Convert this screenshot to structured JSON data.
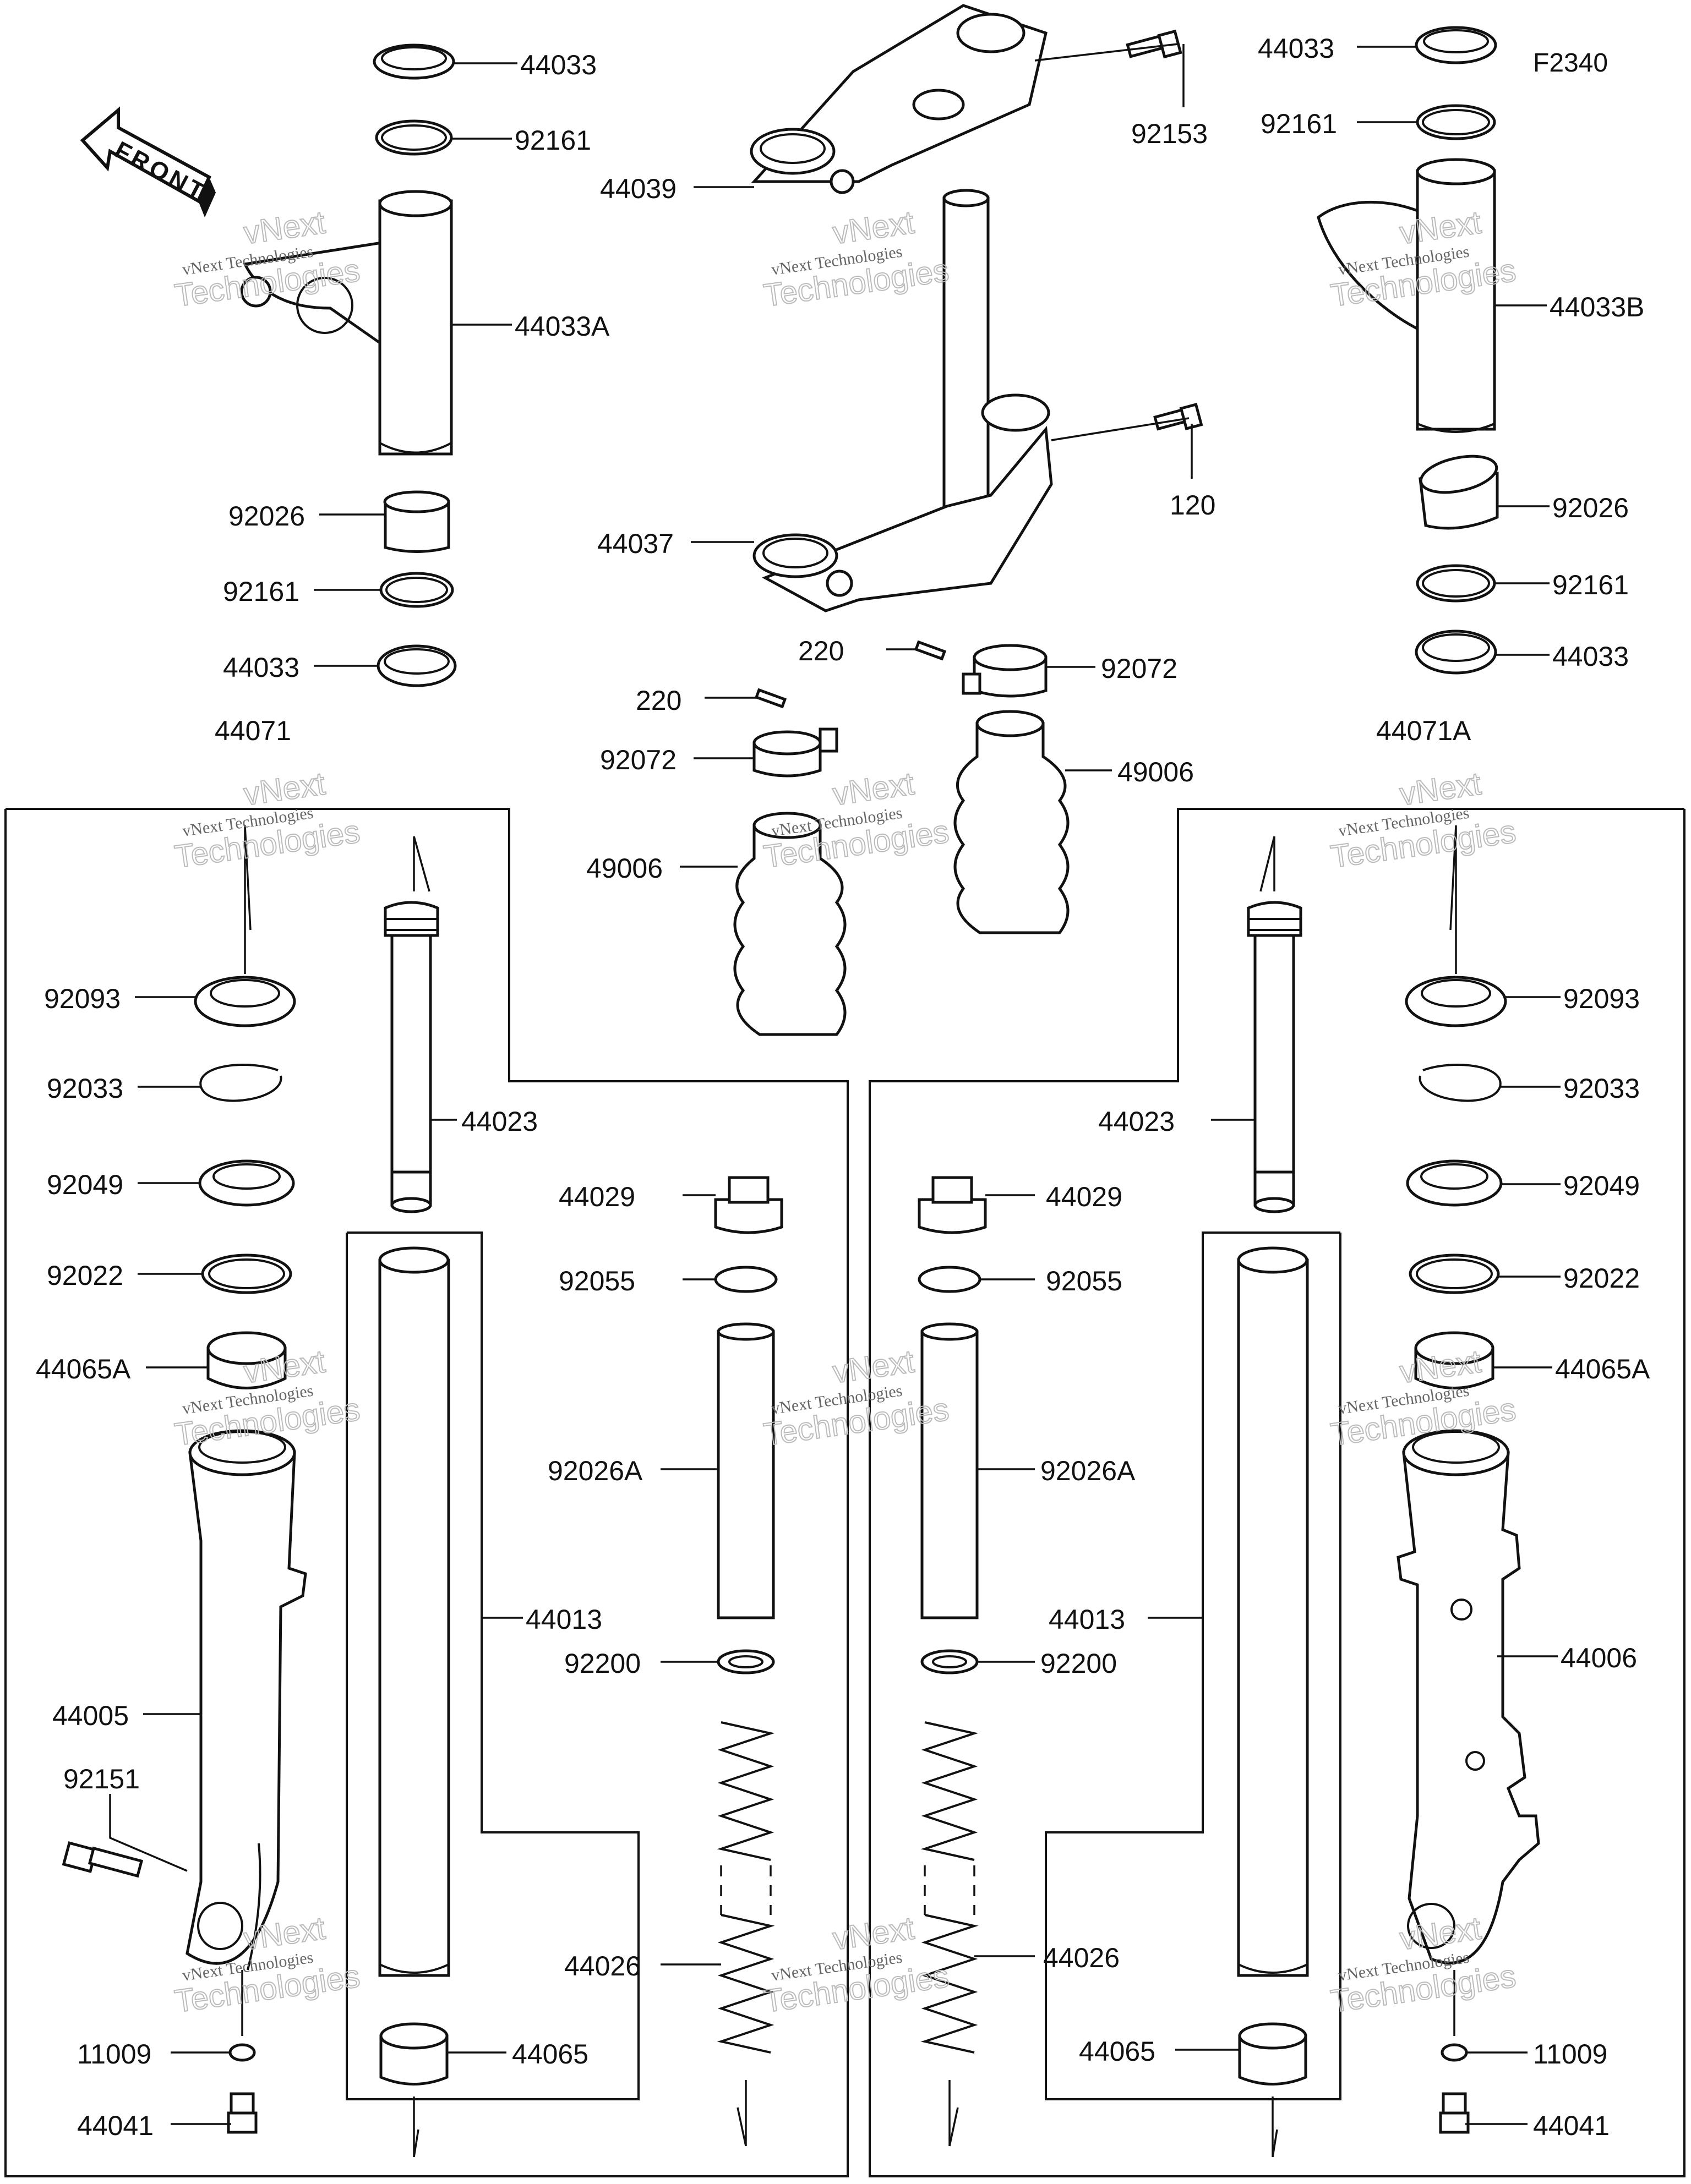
{
  "diagram_code": "F2340",
  "front_arrow_label": "FRONT",
  "watermark": {
    "company": "vNext Technologies",
    "word1": "vNext",
    "word2": "Technologies"
  },
  "parts": [
    {
      "number": "44033"
    },
    {
      "number": "92161"
    },
    {
      "number": "44033A"
    },
    {
      "number": "92026"
    },
    {
      "number": "92161"
    },
    {
      "number": "44033"
    },
    {
      "number": "44071"
    },
    {
      "number": "92093"
    },
    {
      "number": "92033"
    },
    {
      "number": "92049"
    },
    {
      "number": "92022"
    },
    {
      "number": "44065A"
    },
    {
      "number": "44005"
    },
    {
      "number": "92151"
    },
    {
      "number": "11009"
    },
    {
      "number": "44041"
    },
    {
      "number": "44023"
    },
    {
      "number": "44013"
    },
    {
      "number": "44065"
    },
    {
      "number": "92153"
    },
    {
      "number": "44039"
    },
    {
      "number": "120"
    },
    {
      "number": "44037"
    },
    {
      "number": "220"
    },
    {
      "number": "92072"
    },
    {
      "number": "220"
    },
    {
      "number": "92072"
    },
    {
      "number": "49006"
    },
    {
      "number": "49006"
    },
    {
      "number": "44029"
    },
    {
      "number": "92055"
    },
    {
      "number": "92026A"
    },
    {
      "number": "92200"
    },
    {
      "number": "44026"
    },
    {
      "number": "44029"
    },
    {
      "number": "92055"
    },
    {
      "number": "92026A"
    },
    {
      "number": "92200"
    },
    {
      "number": "44026"
    },
    {
      "number": "44013"
    },
    {
      "number": "44023"
    },
    {
      "number": "44065"
    },
    {
      "number": "44033"
    },
    {
      "number": "92161"
    },
    {
      "number": "44033B"
    },
    {
      "number": "92026"
    },
    {
      "number": "92161"
    },
    {
      "number": "44033"
    },
    {
      "number": "44071A"
    },
    {
      "number": "92093"
    },
    {
      "number": "92033"
    },
    {
      "number": "92049"
    },
    {
      "number": "92022"
    },
    {
      "number": "44065A"
    },
    {
      "number": "44006"
    },
    {
      "number": "11009"
    },
    {
      "number": "44041"
    }
  ]
}
